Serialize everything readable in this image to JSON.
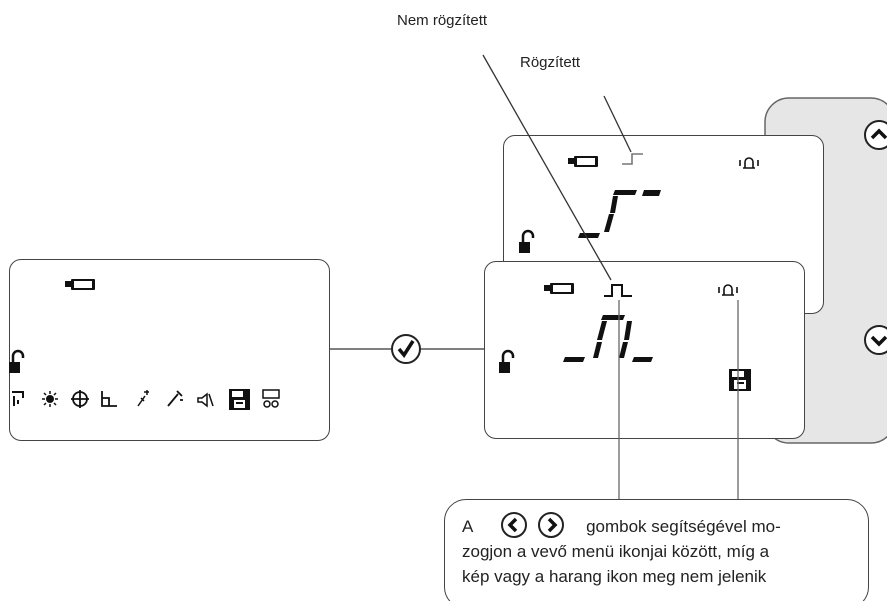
{
  "labels": {
    "unfixed": "Nem rögzített",
    "fixed": "Rögzített"
  },
  "note": {
    "word_a": "A",
    "after_buttons": "gombok segítségével mo-",
    "line2": "zogjon a vevő menü ikonjai között, míg a",
    "line3": "kép vagy a harang ikon meg nem jelenik"
  },
  "icons": {
    "left_panel_row": [
      "shower-icon",
      "sun-icon",
      "crosshair-icon",
      "corner-icon",
      "sparkle-icon",
      "wand-icon",
      "muted-icon",
      "save-icon",
      "settings-icon"
    ],
    "buttons": [
      "up-arrow-icon",
      "down-arrow-icon",
      "confirm-check-icon",
      "left-arrow-icon",
      "right-arrow-icon"
    ]
  },
  "colors": {
    "line": "#333333",
    "panel_border": "#444444",
    "side_panel_fill": "#e6e6e6",
    "segment": "#111111"
  }
}
